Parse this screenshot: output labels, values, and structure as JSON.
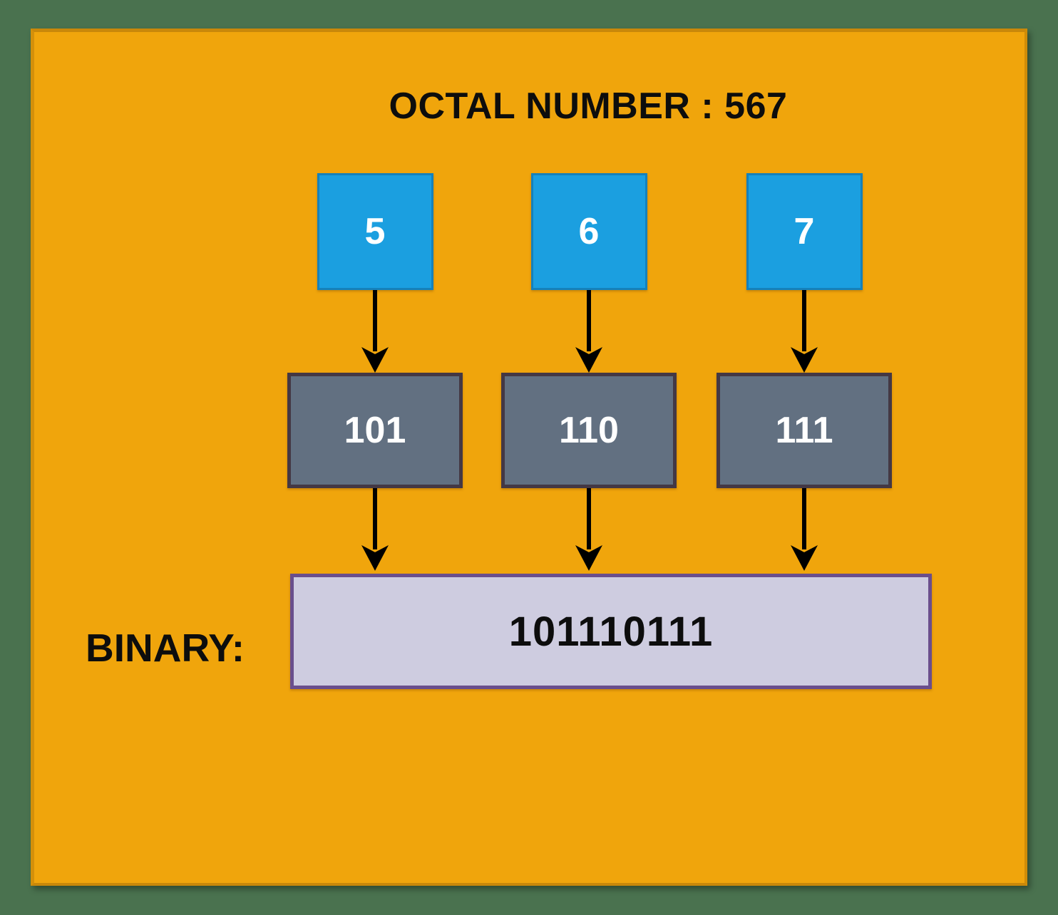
{
  "title": "OCTAL NUMBER : 567",
  "binary": {
    "label": "BINARY:",
    "value": "101110111"
  },
  "columns": [
    {
      "octal_digit": "5",
      "binary_group": "101"
    },
    {
      "octal_digit": "6",
      "binary_group": "110"
    },
    {
      "octal_digit": "7",
      "binary_group": "111"
    }
  ],
  "colors": {
    "outer_background": "#4a724f",
    "panel_orange": "#f0a50c",
    "octal_box_fill": "#1b9fe0",
    "octal_box_border": "#1581bb",
    "binary_group_fill": "#627081",
    "binary_group_border": "#443844",
    "result_box_fill": "#cecce0",
    "result_box_border": "#6a4e8c",
    "arrow": "#000000",
    "text_dark": "#0d0d0d",
    "text_light": "#ffffff"
  }
}
